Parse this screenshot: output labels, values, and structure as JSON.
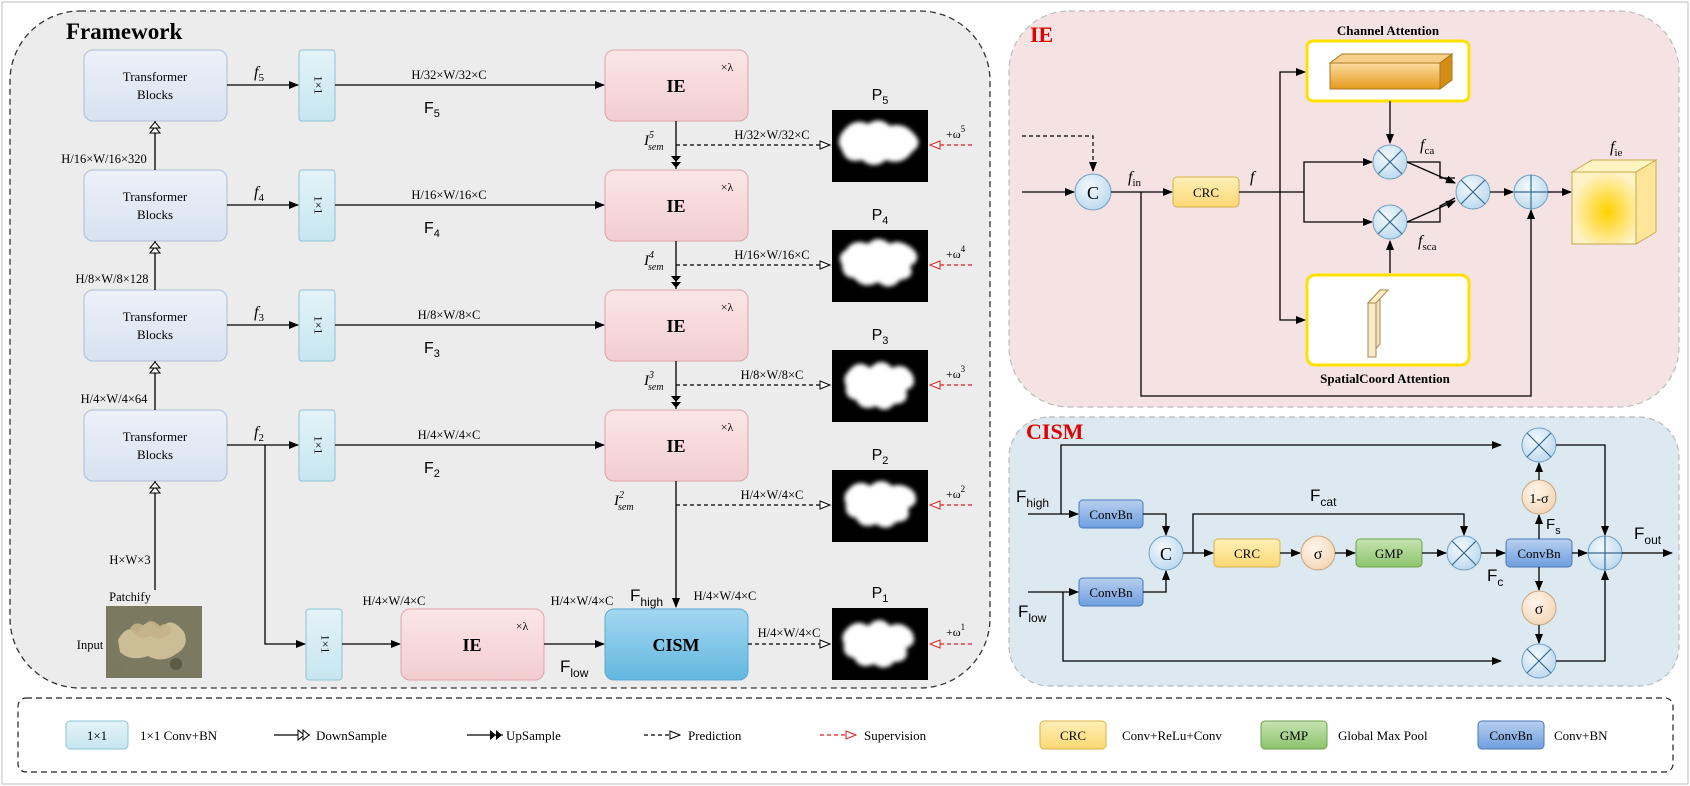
{
  "framework": {
    "title": "Framework",
    "transformer_label_1": "Transformer",
    "transformer_label_2": "Blocks",
    "features": [
      "f5",
      "f4",
      "f3",
      "f2"
    ],
    "conv_label": "1×1",
    "top_dims": [
      "H/32×W/32×C",
      "H/16×W/16×C",
      "H/8×W/8×C",
      "H/4×W/4×C"
    ],
    "F_labels": [
      "F5",
      "F4",
      "F3",
      "F2"
    ],
    "down_dims": [
      "H/16×W/16×320",
      "H/8×W/8×128",
      "H/4×W/4×64",
      "H×W×3"
    ],
    "ie_label": "IE",
    "lambda_label": "×λ",
    "isem_dims": [
      "H/32×W/32×C",
      "H/16×W/16×C",
      "H/8×W/8×C",
      "H/4×W/4×C"
    ],
    "isem_sup": [
      "5",
      "4",
      "3",
      "2"
    ],
    "pred_labels": [
      "P5",
      "P4",
      "P3",
      "P2",
      "P1"
    ],
    "omega_sup": [
      "5",
      "4",
      "3",
      "2",
      "1"
    ],
    "patchify": "Patchify",
    "input": "Input",
    "bottom_dims": [
      "H/4×W/4×C",
      "H/4×W/4×C",
      "H/4×W/4×C",
      "H/4×W/4×C"
    ],
    "f_high": "F",
    "f_high_sub": "high",
    "f_low": "F",
    "f_low_sub": "low",
    "cism_label": "CISM"
  },
  "ie_panel": {
    "title": "IE",
    "channel_attention": "Channel Attention",
    "spatial_attention": "SpatialCoord Attention",
    "crc": "CRC",
    "concat": "C",
    "f_in": "f",
    "f_in_sub": "in",
    "f": "f",
    "f_ca": "f",
    "f_ca_sub": "ca",
    "f_sca": "f",
    "f_sca_sub": "sca",
    "f_ie": "f",
    "f_ie_sub": "ie"
  },
  "cism_panel": {
    "title": "CISM",
    "f_high": "F",
    "f_high_sub": "high",
    "f_low": "F",
    "f_low_sub": "low",
    "convbn": "ConvBn",
    "concat": "C",
    "crc": "CRC",
    "sigma": "σ",
    "gmp": "GMP",
    "one_minus_sigma": "1-σ",
    "f_cat": "F",
    "f_cat_sub": "cat",
    "f_s": "F",
    "f_s_sub": "s",
    "f_c": "F",
    "f_c_sub": "c",
    "f_out": "F",
    "f_out_sub": "out"
  },
  "legend": {
    "items": [
      {
        "symbol": "1×1",
        "text": "1×1 Conv+BN"
      },
      {
        "symbol": "",
        "text": "DownSample"
      },
      {
        "symbol": "",
        "text": "UpSample"
      },
      {
        "symbol": "",
        "text": "Prediction"
      },
      {
        "symbol": "",
        "text": "Supervision"
      },
      {
        "symbol": "CRC",
        "text": "Conv+ReLu+Conv"
      },
      {
        "symbol": "GMP",
        "text": "Global Max Pool"
      },
      {
        "symbol": "ConvBn",
        "text": "Conv+BN"
      }
    ]
  },
  "colors": {
    "framework_bg": "#ececec",
    "ie_bg": "#f5e3e3",
    "cism_bg": "#dce9f1",
    "transformer_fill": "#e2e9f5",
    "conv_fill": "#d6ecf3",
    "ie_fill": "#f6d6d8",
    "cism_fill": "#7ec6e8",
    "crc_fill": "#fde59a",
    "gmp_fill": "#a9d18e",
    "convbn_fill": "#8eb4e3",
    "sigma_fill": "#fbe5d6",
    "supervision": "#e02020",
    "title_red": "#e00000"
  }
}
